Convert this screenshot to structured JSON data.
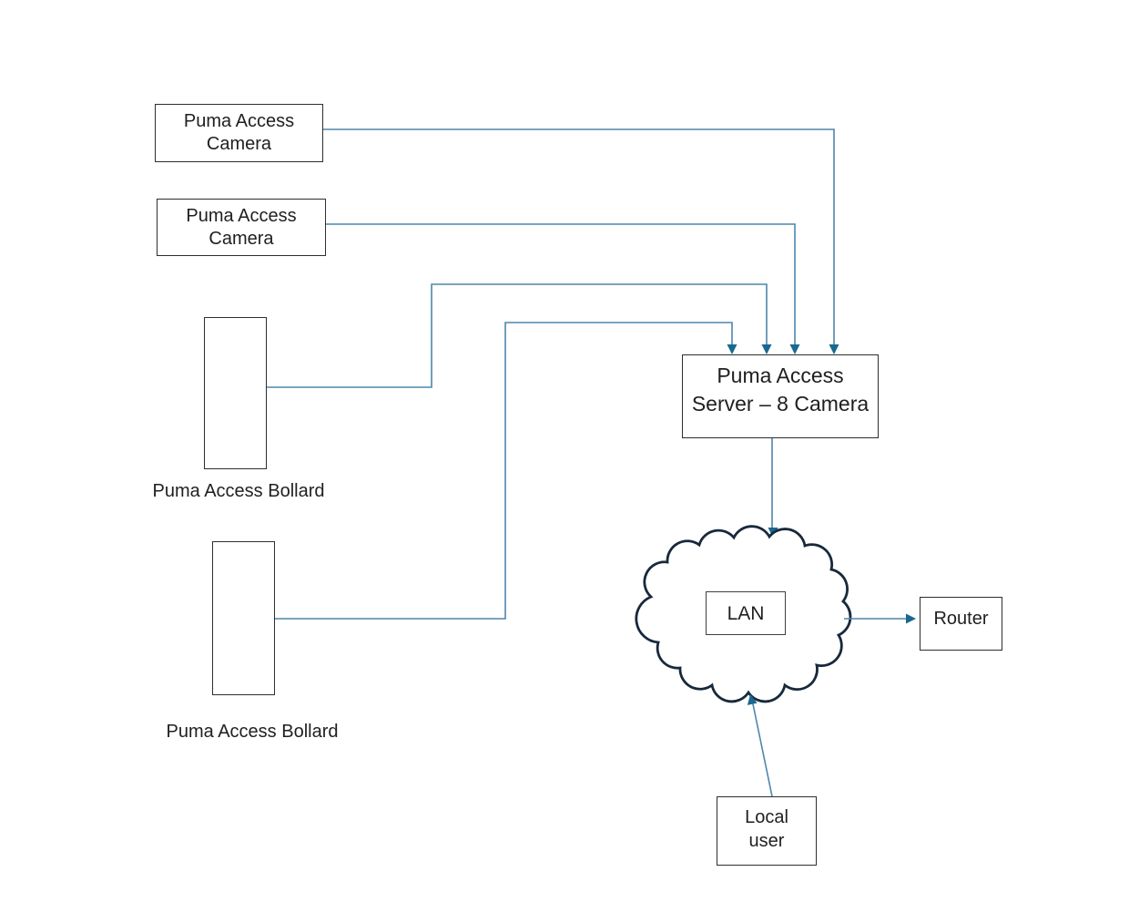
{
  "nodes": {
    "camera1": {
      "line1": "Puma Access",
      "line2": "Camera"
    },
    "camera2": {
      "line1": "Puma Access",
      "line2": "Camera"
    },
    "bollard1": {
      "line1": "Puma Access",
      "line2": "Bollard"
    },
    "bollard2": {
      "line1": "Puma Access",
      "line2": "Bollard"
    },
    "server": {
      "line1": "Puma Access",
      "line2": "Server – 8 Camera"
    },
    "lan": {
      "label": "LAN"
    },
    "router": {
      "label": "Router"
    },
    "local_user": {
      "line1": "Local",
      "line2": "user"
    }
  },
  "colors": {
    "connector": "#4e86ac",
    "arrowhead": "#1a688f",
    "cloud_stroke": "#17293b",
    "box_border": "#2e2e2e",
    "text": "#1f1f1f",
    "background": "#ffffff"
  }
}
